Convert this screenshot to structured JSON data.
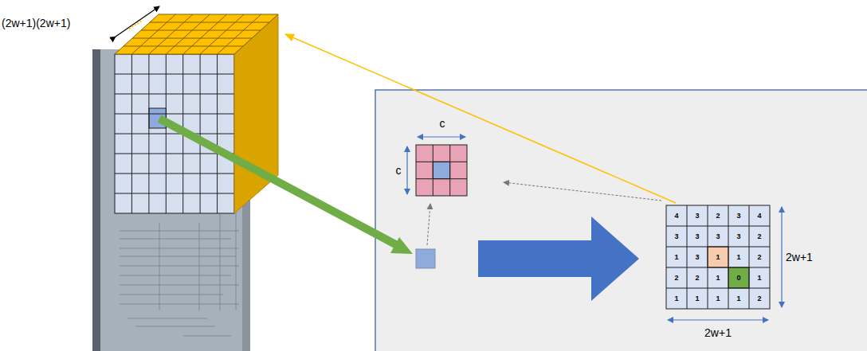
{
  "diagram": {
    "labels": [
      "(2w+1)(2w+1)",
      "c",
      "c",
      "4",
      "3",
      "2",
      "3",
      "4",
      "3",
      "3",
      "3",
      "3",
      "2",
      "1",
      "3",
      "1",
      "1",
      "2",
      "2",
      "2",
      "1",
      "0",
      "1",
      "1",
      "1",
      "1",
      "1",
      "2",
      "2w+1",
      "2w+1"
    ]
  }
}
